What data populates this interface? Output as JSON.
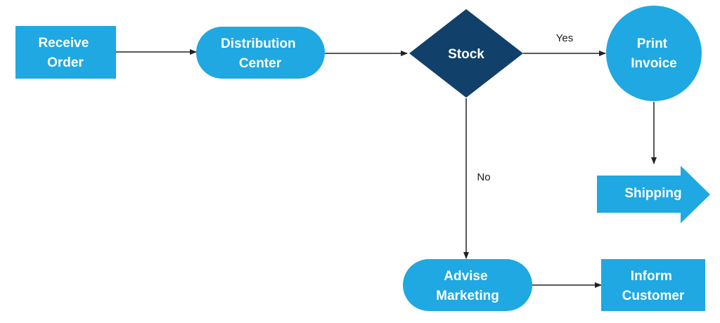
{
  "colors": {
    "node_fill": "#1FA8E1",
    "decision_fill": "#11406B",
    "node_text": "#FFFFFF",
    "edge": "#222222"
  },
  "nodes": {
    "receive_order": {
      "lines": [
        "Receive",
        "Order"
      ]
    },
    "distribution_center": {
      "lines": [
        "Distribution",
        "Center"
      ]
    },
    "stock": {
      "lines": [
        "Stock"
      ]
    },
    "print_invoice": {
      "lines": [
        "Print",
        "Invoice"
      ]
    },
    "shipping": {
      "lines": [
        "Shipping"
      ]
    },
    "advise_marketing": {
      "lines": [
        "Advise",
        "Marketing"
      ]
    },
    "inform_customer": {
      "lines": [
        "Inform",
        "Customer"
      ]
    }
  },
  "edges": {
    "stock_yes": {
      "label": "Yes"
    },
    "stock_no": {
      "label": "No"
    }
  }
}
